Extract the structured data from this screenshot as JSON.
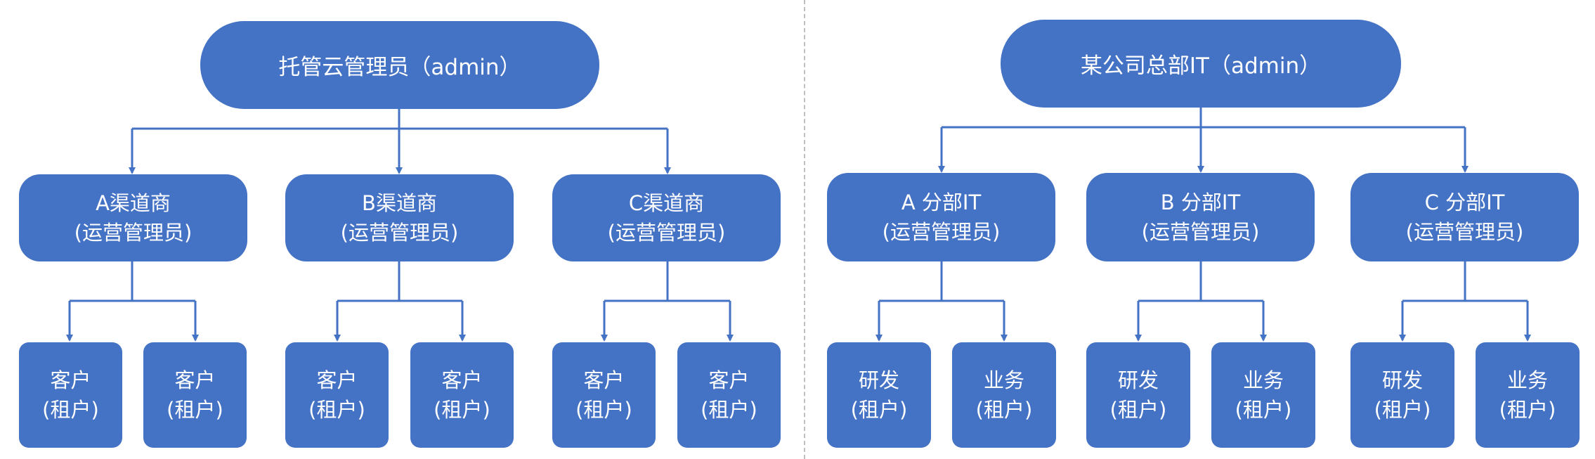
{
  "left": {
    "root": "托管云管理员（admin）",
    "mids": [
      {
        "title": "A渠道商",
        "role": "(运营管理员)",
        "leaves": [
          {
            "l1": "客户",
            "l2": "(租户)"
          },
          {
            "l1": "客户",
            "l2": "(租户)"
          }
        ]
      },
      {
        "title": "B渠道商",
        "role": "(运营管理员)",
        "leaves": [
          {
            "l1": "客户",
            "l2": "(租户)"
          },
          {
            "l1": "客户",
            "l2": "(租户)"
          }
        ]
      },
      {
        "title": "C渠道商",
        "role": "(运营管理员)",
        "leaves": [
          {
            "l1": "客户",
            "l2": "(租户)"
          },
          {
            "l1": "客户",
            "l2": "(租户)"
          }
        ]
      }
    ]
  },
  "right": {
    "root": "某公司总部IT（admin）",
    "mids": [
      {
        "title": "A 分部IT",
        "role": "(运营管理员)",
        "leaves": [
          {
            "l1": "研发",
            "l2": "(租户)"
          },
          {
            "l1": "业务",
            "l2": "(租户)"
          }
        ]
      },
      {
        "title": "B 分部IT",
        "role": "(运营管理员)",
        "leaves": [
          {
            "l1": "研发",
            "l2": "(租户)"
          },
          {
            "l1": "业务",
            "l2": "(租户)"
          }
        ]
      },
      {
        "title": "C 分部IT",
        "role": "(运营管理员)",
        "leaves": [
          {
            "l1": "研发",
            "l2": "(租户)"
          },
          {
            "l1": "业务",
            "l2": "(租户)"
          }
        ]
      }
    ]
  },
  "colors": {
    "node": "#4472c4",
    "connector": "#4472c4",
    "divider": "#bfbfbf"
  }
}
